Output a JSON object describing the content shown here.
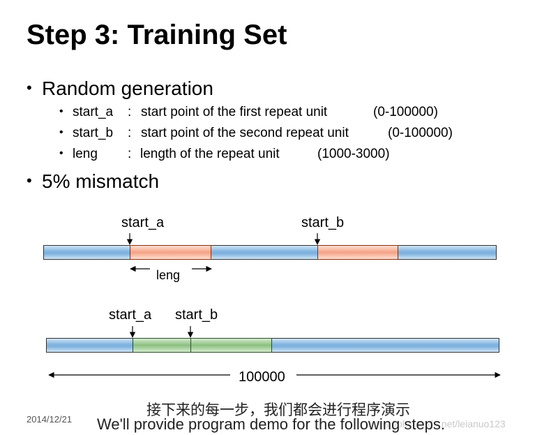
{
  "slide": {
    "title": "Step 3: Training Set",
    "bullets": [
      {
        "text": "Random generation",
        "sub": [
          {
            "name": "start_a",
            "sep": ":",
            "desc": "start point of the first repeat unit",
            "range": "(0-100000)"
          },
          {
            "name": "start_b",
            "sep": ":",
            "desc": "start point of the second repeat unit",
            "range": "(0-100000)"
          },
          {
            "name": "leng",
            "sep": ":",
            "desc": "length of the repeat unit",
            "range": "(1000-3000)"
          }
        ]
      },
      {
        "text": "5% mismatch",
        "sub": []
      }
    ],
    "bullet_glyph": "•",
    "diagram1": {
      "label_a": "start_a",
      "label_b": "start_b",
      "leng_label": "leng"
    },
    "diagram2": {
      "label_a": "start_a",
      "label_b": "start_b",
      "length_label": "100000"
    },
    "date": "2014/12/21"
  },
  "subtitles": {
    "chinese": "接下来的每一步，我们都会进行程序演示",
    "english": "We'll provide program demo for the following steps."
  },
  "watermark": "https://blog.csdn.net/leianuo123",
  "colors": {
    "bar_blue": "#7fb2de",
    "segment_orange": "#f4a285",
    "segment_green": "#8bbf7f"
  }
}
